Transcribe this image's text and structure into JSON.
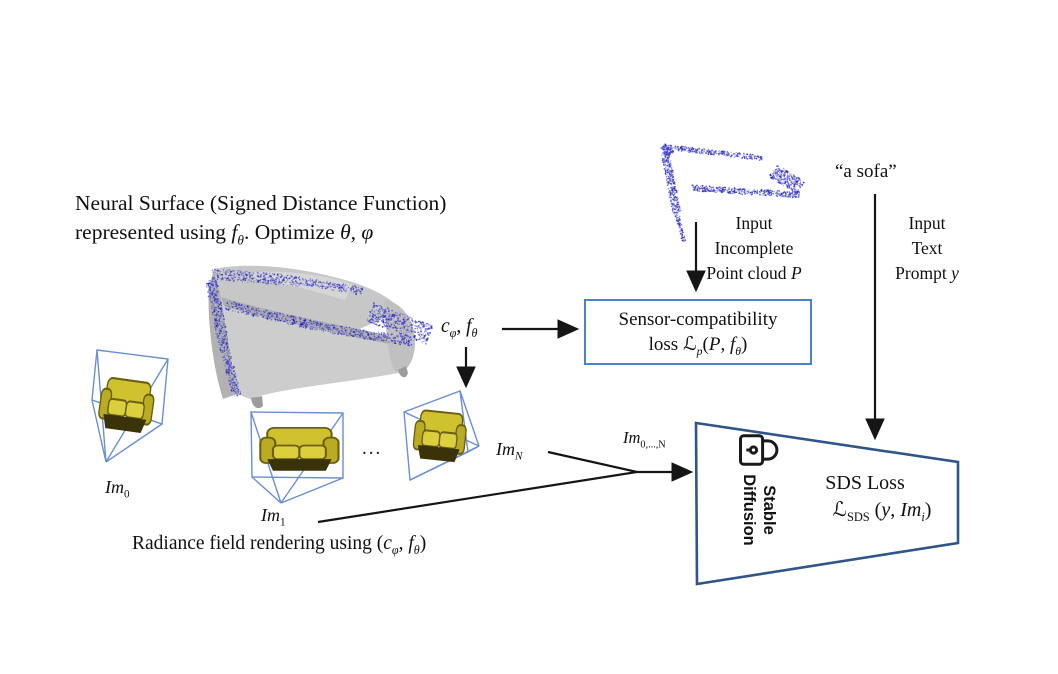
{
  "colors": {
    "box_border": "#4a82c6",
    "trapezoid_border": "#31548a",
    "frustum": "#6b8fd4",
    "point_cloud_blue": "#2222bb",
    "sofa_yellow": "#d4c52f",
    "mesh_gray": "#c7c7c7"
  },
  "header": {
    "line1": "Neural Surface (Signed Distance Function)",
    "line2_pre": "represented using ",
    "f": "f",
    "f_sub": "θ",
    "line2_mid": ". Optimize ",
    "thetaphi": "θ, φ"
  },
  "point_cloud_input": {
    "line1": "Input",
    "line2": "Incomplete",
    "line3_pre": "Point cloud ",
    "P": "P"
  },
  "text_prompt": {
    "quote": "“a sofa”",
    "line1": "Input",
    "line2": "Text",
    "line3_pre": "Prompt ",
    "y": "y"
  },
  "sensor_box": {
    "line1": "Sensor-compatibility",
    "line2_pre": "loss ",
    "L": "ℒ",
    "L_sub": "p",
    "open": "(",
    "P": "P",
    "comma": ", ",
    "f": "f",
    "f_sub": "θ",
    "close": ")"
  },
  "camera_label": {
    "c": "c",
    "c_sub": "φ",
    "comma": ", ",
    "f": "f",
    "f_sub": "θ"
  },
  "images": {
    "im": "Im",
    "sub0": "0",
    "sub1": "1",
    "subN": "N",
    "dots": "...",
    "subAll": "0,...,N"
  },
  "radiance_caption": {
    "pre": "Radiance field rendering using (",
    "c": "c",
    "c_sub": "φ",
    "comma": ", ",
    "f": "f",
    "f_sub": "θ",
    "post": ")"
  },
  "sds": {
    "stable_line1": "Stable",
    "stable_line2": "Diffusion",
    "title": "SDS Loss",
    "L": "ℒ",
    "L_sub": "SDS",
    "open": " (",
    "y": "y",
    "comma": ", ",
    "im": "Im",
    "im_sub": "i",
    "close": ")"
  },
  "icons": {
    "lock": "padlock-locked"
  }
}
